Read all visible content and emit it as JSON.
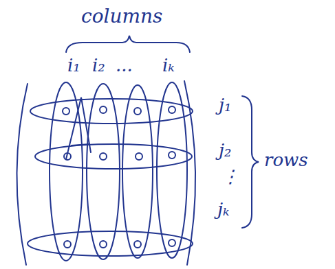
{
  "diagram": {
    "labels": [
      "columns",
      "i₁",
      "i₂",
      "...",
      "iₖ",
      "j₁",
      "j₂",
      "⋮",
      "jₖ",
      "rows"
    ]
  }
}
